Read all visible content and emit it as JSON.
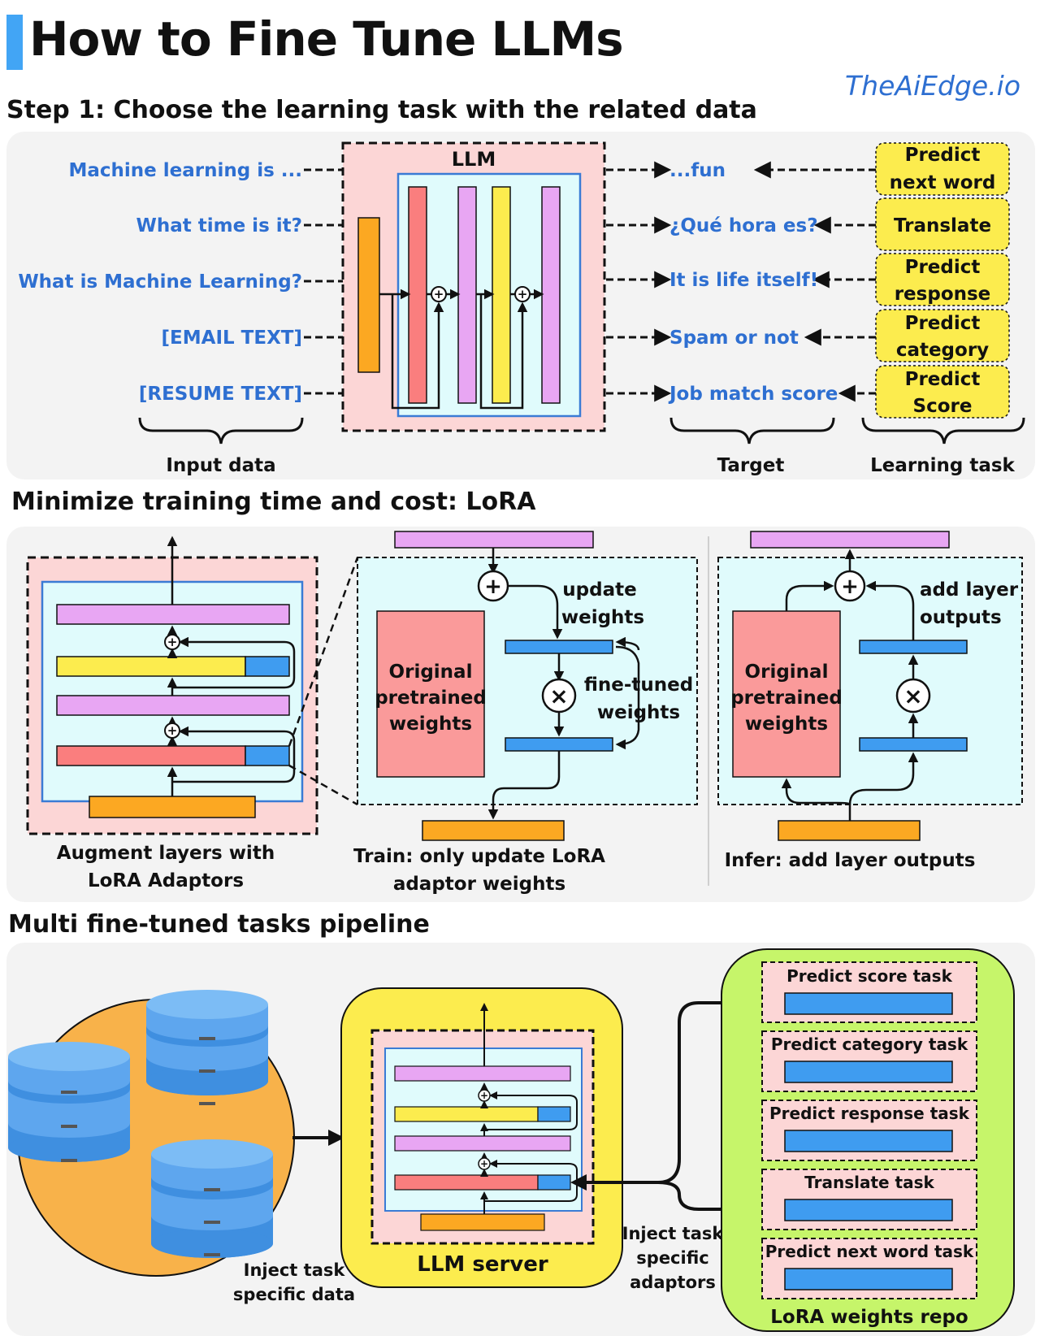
{
  "title": "How to Fine Tune LLMs",
  "brand": "TheAiEdge.io",
  "step1": {
    "heading": "Step 1: Choose the learning task with the related data",
    "llm_label": "LLM",
    "inputs": [
      "Machine learning is ...",
      "What time is it?",
      "What is Machine Learning?",
      "[EMAIL TEXT]",
      "[RESUME TEXT]"
    ],
    "targets": [
      "...fun",
      "¿Qué hora es?",
      "It is life itself!",
      "Spam or not",
      "Job match score"
    ],
    "tasks": [
      [
        "Predict",
        "next word"
      ],
      [
        "Translate"
      ],
      [
        "Predict",
        "response"
      ],
      [
        "Predict",
        "category"
      ],
      [
        "Predict",
        "Score"
      ]
    ],
    "brace_input": "Input data",
    "brace_target": "Target",
    "brace_task": "Learning task"
  },
  "lora": {
    "heading": "Minimize training time and cost: LoRA",
    "augment_caption": [
      "Augment layers with",
      "LoRA Adaptors"
    ],
    "train_caption": [
      "Train: only update LoRA",
      "adaptor weights"
    ],
    "infer_caption": "Infer: add layer outputs",
    "original_weights": [
      "Original",
      "pretrained",
      "weights"
    ],
    "update_weights": [
      "update",
      "weights"
    ],
    "finetuned_weights": [
      "fine-tuned",
      "weights"
    ],
    "add_layer_outputs": [
      "add layer",
      "outputs"
    ]
  },
  "pipeline": {
    "heading": "Multi fine-tuned tasks pipeline",
    "inject_data": [
      "Inject task",
      "specific data"
    ],
    "llm_server": "LLM server",
    "inject_adaptors": [
      "Inject task",
      "specific",
      "adaptors"
    ],
    "repo_title": "LoRA weights repo",
    "repo_tasks": [
      "Predict score task",
      "Predict category task",
      "Predict response task",
      "Translate task",
      "Predict next word task"
    ]
  },
  "colors": {
    "blue_text": "#2e6fd1",
    "pink_box": "#fcd6d6",
    "light_cyan": "#e0fbfc",
    "yellow": "#fcec4e",
    "orange": "#fca822",
    "violet": "#e8a6f3",
    "salmon": "#fa7e7e",
    "adapter_blue": "#3f9cf0",
    "green_repo": "#c6f56a"
  }
}
